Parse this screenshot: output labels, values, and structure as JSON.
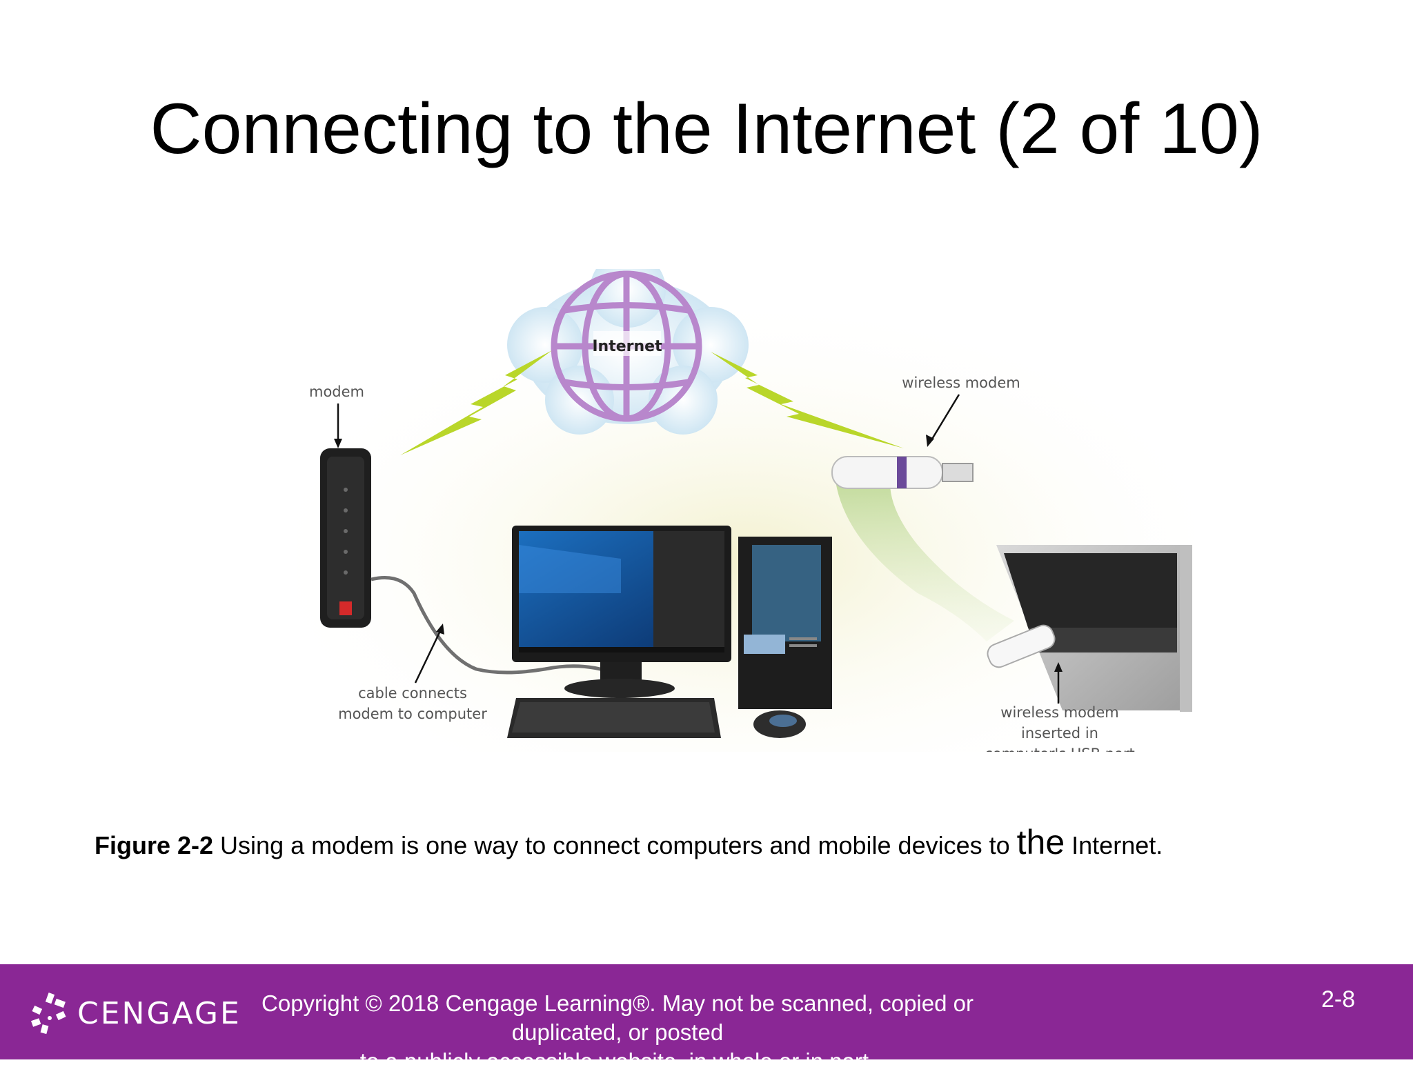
{
  "slide": {
    "title": "Connecting to the Internet (2 of 10)"
  },
  "figure": {
    "labels": {
      "internet": "Internet",
      "modem": "modem",
      "wireless_modem": "wireless modem",
      "cable_line1": "cable connects",
      "cable_line2": "modem to computer",
      "usb_line1": "wireless modem",
      "usb_line2": "inserted in",
      "usb_line3": "computer's USB port"
    }
  },
  "caption": {
    "figure_ref": "Figure 2-2",
    "text_before": " Using a modem is one way to connect computers and mobile devices to ",
    "big_word": "the",
    "text_after": " Internet."
  },
  "footer": {
    "logo_text": "CENGAGE",
    "copyright_line1": "Copyright © 2018 Cengage Learning®. May not be scanned, copied or duplicated, or posted",
    "copyright_line2": "to a publicly accessible website, in whole or in part.",
    "page_number": "2-8"
  },
  "colors": {
    "footer_bg": "#8a2795",
    "globe": "#b887cc",
    "lightning": "#b9d62a"
  }
}
